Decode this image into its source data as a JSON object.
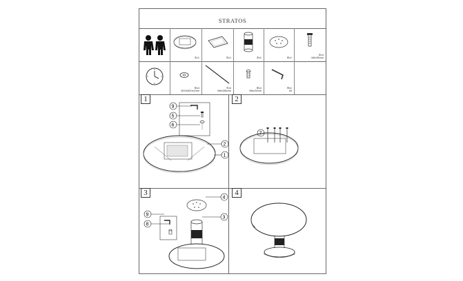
{
  "document": {
    "title": "STRATOS"
  },
  "parts_row1": [
    {
      "id": "persons",
      "qty": "",
      "size": ""
    },
    {
      "id": "top-frame",
      "qty": "①x1",
      "size": ""
    },
    {
      "id": "top-panel",
      "qty": "②x1",
      "size": ""
    },
    {
      "id": "column",
      "qty": "③x1",
      "size": ""
    },
    {
      "id": "base-plate",
      "qty": "④x1",
      "size": ""
    },
    {
      "id": "screw",
      "qty": "⑤x4",
      "size": "M8x35mm"
    }
  ],
  "parts_row2": [
    {
      "id": "clock",
      "qty": "",
      "size": ""
    },
    {
      "id": "washer",
      "qty": "⑥x4",
      "size": "Ø20xØ10x2mm"
    },
    {
      "id": "rod",
      "qty": "⑦x4",
      "size": "M8x385mm"
    },
    {
      "id": "bolt",
      "qty": "⑧x4",
      "size": "M8x25mm"
    },
    {
      "id": "allen-key",
      "qty": "⑨x1",
      "size": "5#"
    }
  ],
  "steps": [
    {
      "number": "1",
      "callouts": [
        "9",
        "5",
        "6",
        "2",
        "1"
      ]
    },
    {
      "number": "2",
      "callouts": [
        "7"
      ]
    },
    {
      "number": "3",
      "callouts": [
        "4",
        "9",
        "8",
        "3"
      ]
    },
    {
      "number": "4",
      "callouts": []
    }
  ]
}
